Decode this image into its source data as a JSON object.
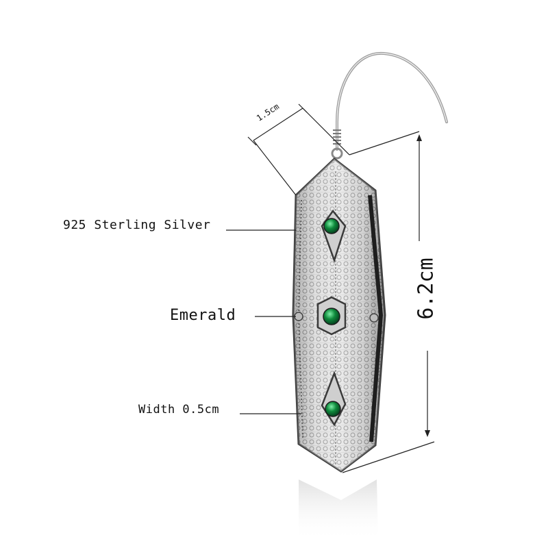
{
  "product": {
    "material_label": "925 Sterling Silver",
    "stone_label": "Emerald",
    "width_label": "Width 0.5cm",
    "height_label": "6.2cm",
    "top_width_label": "1.5cm"
  },
  "icons": [
    "earring-hook-icon",
    "emerald-stone-icon"
  ],
  "colors": {
    "silver": "#b8b8b8",
    "silver_dark": "#4a4a4a",
    "emerald": "#0f8a3c",
    "line": "#222222",
    "background": "#ffffff"
  }
}
